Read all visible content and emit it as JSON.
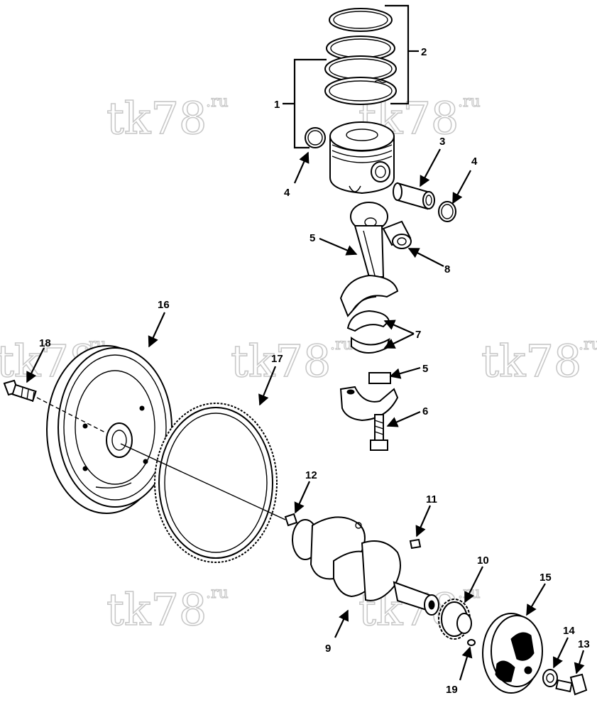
{
  "watermark": {
    "main": "tk78",
    "suffix": ".ru"
  },
  "callouts": [
    {
      "id": "c1",
      "label": "1"
    },
    {
      "id": "c2",
      "label": "2"
    },
    {
      "id": "c3",
      "label": "3"
    },
    {
      "id": "c4a",
      "label": "4"
    },
    {
      "id": "c4b",
      "label": "4"
    },
    {
      "id": "c5a",
      "label": "5"
    },
    {
      "id": "c5b",
      "label": "5"
    },
    {
      "id": "c6",
      "label": "6"
    },
    {
      "id": "c7",
      "label": "7"
    },
    {
      "id": "c8",
      "label": "8"
    },
    {
      "id": "c9",
      "label": "9"
    },
    {
      "id": "c10",
      "label": "10"
    },
    {
      "id": "c11",
      "label": "11"
    },
    {
      "id": "c12",
      "label": "12"
    },
    {
      "id": "c13",
      "label": "13"
    },
    {
      "id": "c14",
      "label": "14"
    },
    {
      "id": "c15",
      "label": "15"
    },
    {
      "id": "c16",
      "label": "16"
    },
    {
      "id": "c17",
      "label": "17"
    },
    {
      "id": "c18",
      "label": "18"
    },
    {
      "id": "c19",
      "label": "19"
    }
  ],
  "colors": {
    "line": "#000000",
    "background": "#ffffff",
    "watermark": "#c8c8c8"
  }
}
